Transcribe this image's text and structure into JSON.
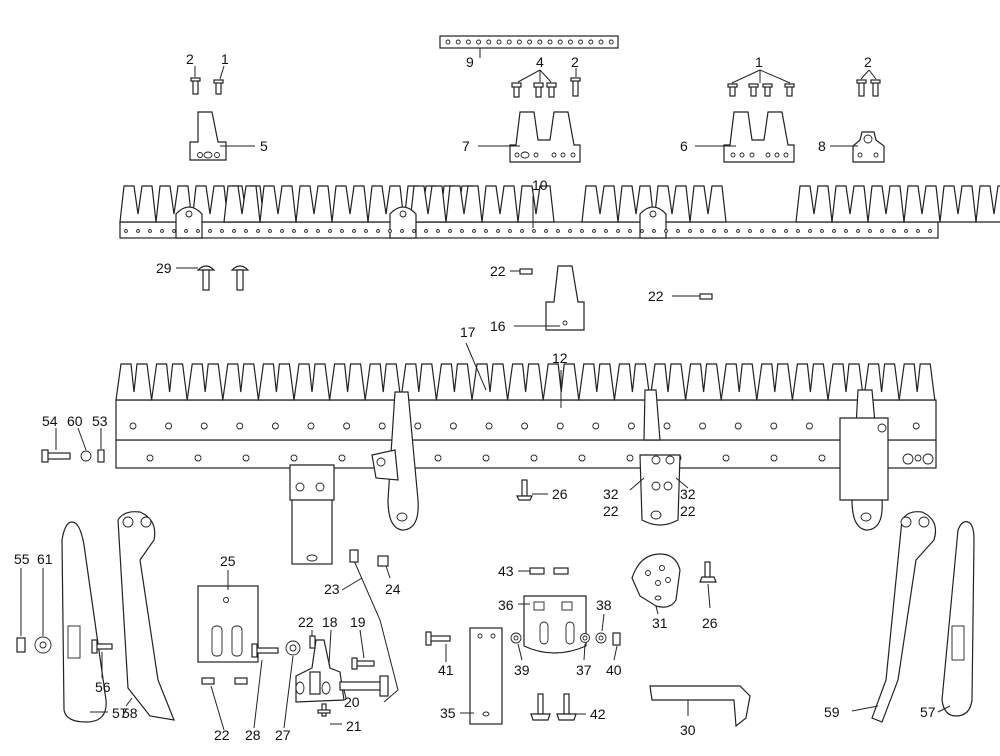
{
  "diagram": {
    "part_numbers": [
      "1",
      "2",
      "4",
      "5",
      "6",
      "7",
      "8",
      "9",
      "10",
      "12",
      "16",
      "17",
      "18",
      "19",
      "20",
      "21",
      "22",
      "23",
      "24",
      "25",
      "26",
      "27",
      "28",
      "29",
      "30",
      "31",
      "32",
      "35",
      "36",
      "37",
      "38",
      "39",
      "40",
      "41",
      "42",
      "43",
      "53",
      "54",
      "55",
      "56",
      "57",
      "58",
      "59",
      "60",
      "61"
    ]
  },
  "labels": {
    "l9": "9",
    "l2a": "2",
    "l1a": "1",
    "l4": "4",
    "l2b": "2",
    "l1b": "1",
    "l2c": "2",
    "l5": "5",
    "l7": "7",
    "l6": "6",
    "l8": "8",
    "l10": "10",
    "l29": "29",
    "l22a": "22",
    "l22b": "22",
    "l16": "16",
    "l17": "17",
    "l12": "12",
    "l54": "54",
    "l60": "60",
    "l53": "53",
    "l26a": "26",
    "l32a": "32",
    "l22c": "22",
    "l32b": "32",
    "l22d": "22",
    "l55": "55",
    "l61": "61",
    "l56": "56",
    "l57a": "57",
    "l58": "58",
    "l25": "25",
    "l23": "23",
    "l24": "24",
    "l22e": "22",
    "l18": "18",
    "l19": "19",
    "l20": "20",
    "l21": "21",
    "l22f": "22",
    "l28": "28",
    "l27": "27",
    "l43": "43",
    "l36": "36",
    "l38": "38",
    "l41": "41",
    "l39": "39",
    "l37": "37",
    "l40": "40",
    "l35": "35",
    "l42": "42",
    "l31": "31",
    "l26b": "26",
    "l30": "30",
    "l59": "59",
    "l57b": "57"
  }
}
